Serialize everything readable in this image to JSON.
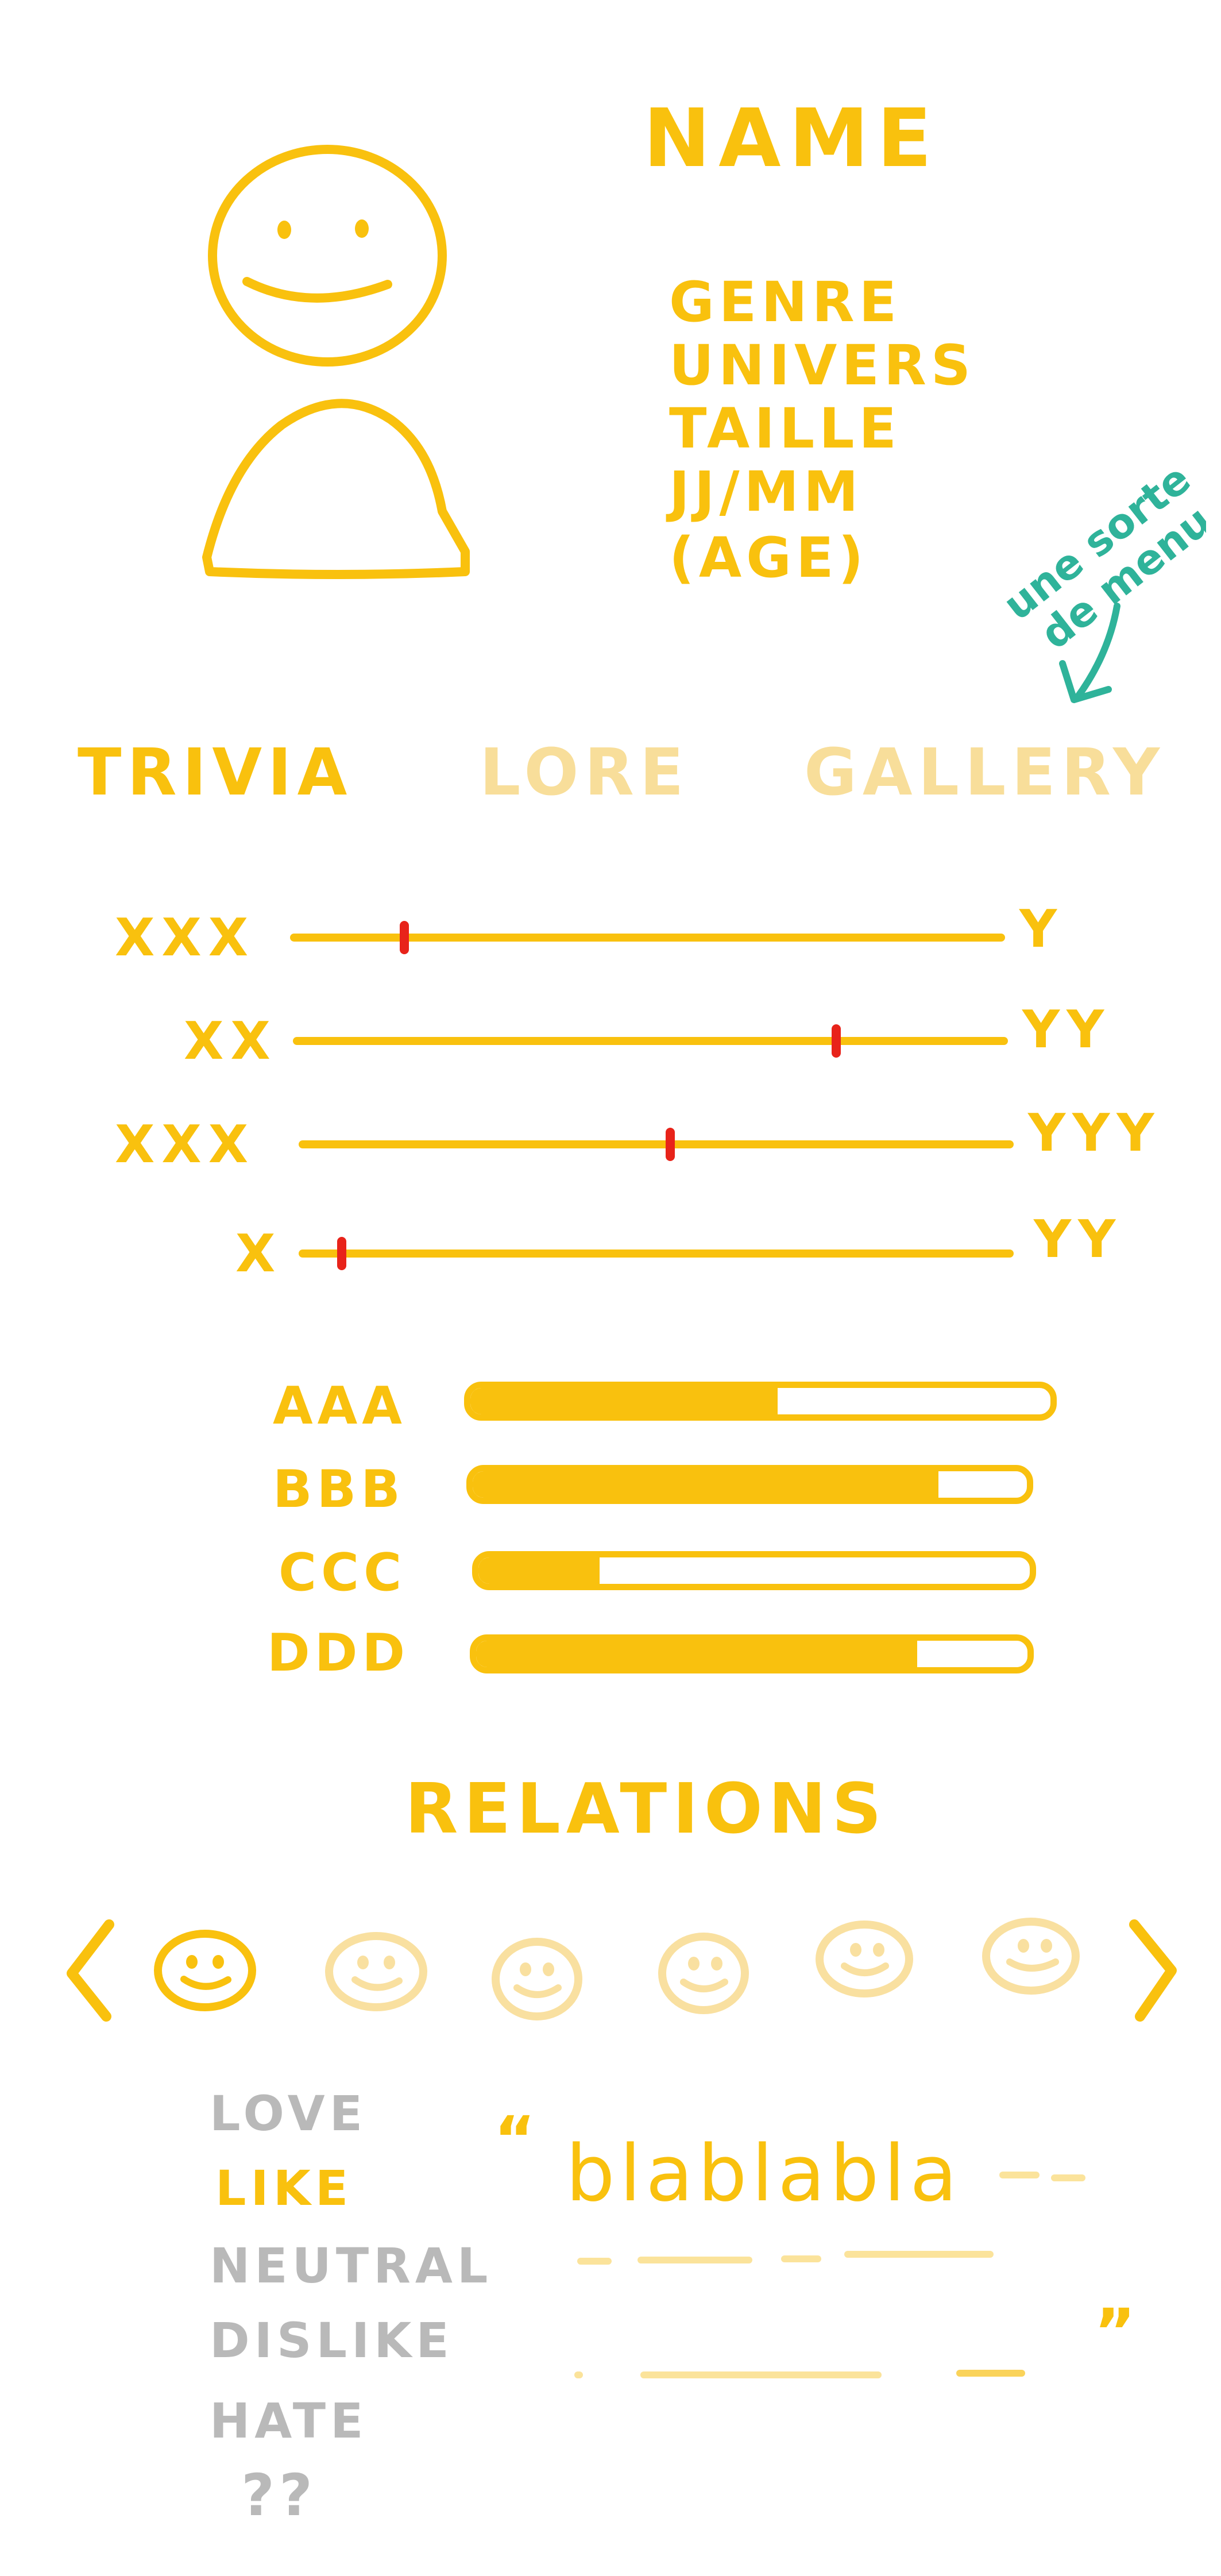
{
  "profile": {
    "name": "NAME",
    "fields": [
      "GENRE",
      "UNIVERS",
      "TAILLE",
      "JJ/MM",
      "(AGE)"
    ]
  },
  "annotation": {
    "line1": "une sorte",
    "line2": "de menu !!"
  },
  "tabs": [
    {
      "label": "TRIVIA",
      "active": true
    },
    {
      "label": "LORE",
      "active": false
    },
    {
      "label": "GALLERY",
      "active": false
    }
  ],
  "sliders": [
    {
      "left": "XXX",
      "right": "Y",
      "value": 0.16
    },
    {
      "left": "XX",
      "right": "YY",
      "value": 0.76
    },
    {
      "left": "XXX",
      "right": "YYY",
      "value": 0.52
    },
    {
      "left": "X",
      "right": "YY",
      "value": 0.06
    }
  ],
  "stats": [
    {
      "label": "AAA",
      "value": 0.53
    },
    {
      "label": "BBB",
      "value": 0.84
    },
    {
      "label": "CCC",
      "value": 0.22
    },
    {
      "label": "DDD",
      "value": 0.8
    }
  ],
  "relations": {
    "title": "RELATIONS",
    "levels": [
      {
        "label": "LOVE",
        "selected": false
      },
      {
        "label": "LIKE",
        "selected": true
      },
      {
        "label": "NEUTRAL",
        "selected": false
      },
      {
        "label": "DISLIKE",
        "selected": false
      },
      {
        "label": "HATE",
        "selected": false
      },
      {
        "label": "??",
        "selected": false
      }
    ],
    "quote_open": "“",
    "quote_text": "blablabla",
    "quote_close": "”"
  },
  "colors": {
    "accent": "#F9C10E",
    "accent_faint": "#F8DE9A",
    "marker": "#E8231A",
    "inactive": "#B9B9B9",
    "note": "#2FB39A"
  }
}
